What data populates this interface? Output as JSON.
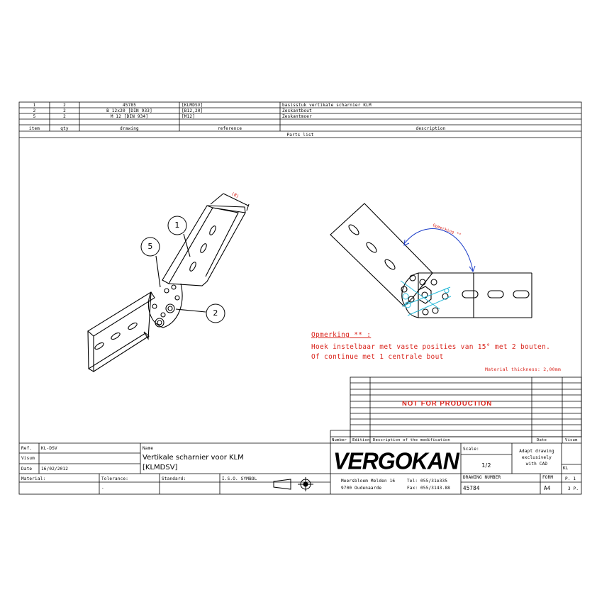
{
  "parts_list": {
    "rows": [
      {
        "item": "1",
        "qty": "2",
        "drawing": "45785",
        "reference": "[KLMDSV]",
        "description": "basisstuk vertikale scharnier KLM"
      },
      {
        "item": "2",
        "qty": "2",
        "drawing": "B 12x20 [DIN 933]",
        "reference": "[B12,20]",
        "description": "Zeskantbout"
      },
      {
        "item": "5",
        "qty": "2",
        "drawing": "M 12 [DIN 934]",
        "reference": "[M12]",
        "description": "Zeskantmoer"
      }
    ],
    "headers": {
      "item": "item",
      "qty": "qty",
      "drawing": "drawing",
      "reference": "reference",
      "description": "description"
    },
    "caption": "Parts list"
  },
  "balloons": {
    "b1": "1",
    "b5": "5",
    "b2": "2",
    "dim": "(B)"
  },
  "angle_label": "Opmerking **",
  "remark": {
    "title": "Opmerking ** :",
    "line1": "Hoek instelbaar met vaste posities van 15° met 2 bouten.",
    "line2": "Of continue met 1 centrale bout"
  },
  "material_thickness": "Material thickness: 2,00mm",
  "not_for_production": "NOT FOR PRODUCTION",
  "revision_headers": {
    "number": "Number",
    "edition": "Edition",
    "description": "Description of the modification",
    "date": "Date",
    "visum": "Visum"
  },
  "title_block": {
    "ref_label": "Ref.",
    "ref_value": "KL-DSV",
    "visum_label": "Visum",
    "date_label": "Date",
    "date_value": "16/02/2012",
    "name_label": "Name",
    "name_line1": "Vertikale scharnier voor KLM",
    "name_line2": "[KLMDSV]",
    "material_label": "Material:",
    "tolerance_label": "Tolerance:",
    "tolerance_value": "-",
    "standard_label": "Standard:",
    "symbol_label": "I.S.O. SYMBOL",
    "company": "VERGOKAN",
    "address1": "Meersbloem Melden 16",
    "address2": "9700 Oudenaarde",
    "tel": "Tel: 055/31e335",
    "fax": "Fax: 055/3143.88",
    "scale_label": "Scale:",
    "scale_value": "1/2",
    "adapt1": "Adapt drawing",
    "adapt2": "exclusively",
    "adapt3": "with CAD",
    "kl": "KL",
    "drawing_number_label": "DRAWING NUMBER",
    "drawing_number": "45784",
    "form_label": "FORM",
    "form_value": "A4",
    "page": "P. 1",
    "pages": "3 P."
  },
  "colors": {
    "red": "#d9231b",
    "cyan": "#27b9d8",
    "blue": "#1a3cc8",
    "line": "#000000"
  }
}
